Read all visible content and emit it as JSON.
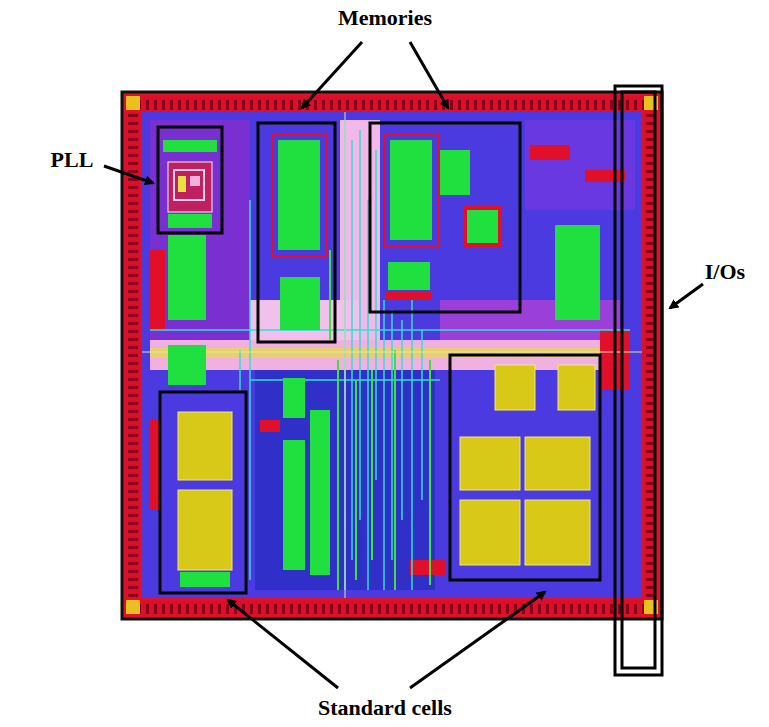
{
  "diagram": {
    "labels": [
      "Memories",
      "PLL",
      "I/Os",
      "Standard cells"
    ]
  }
}
